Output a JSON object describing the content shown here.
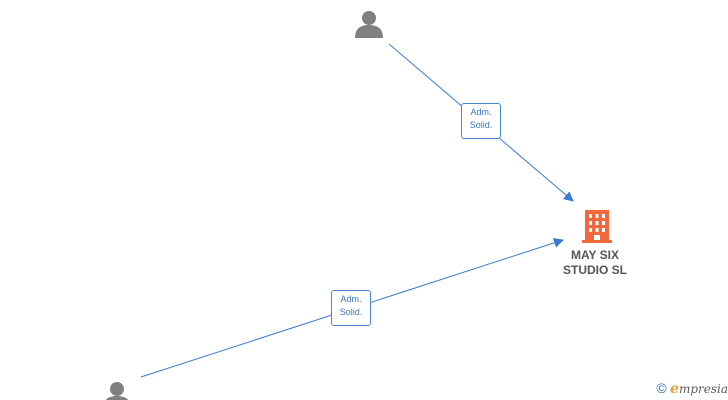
{
  "colors": {
    "edge": "#3a7bd5",
    "person_icon": "#808080",
    "company_icon": "#f26a3c",
    "company_label": "#555555"
  },
  "nodes": {
    "company": {
      "icon": "building-icon",
      "label": "MAY SIX\nSTUDIO SL"
    },
    "person_top": {
      "icon": "person-icon"
    },
    "person_bottom": {
      "icon": "person-icon"
    }
  },
  "edges": [
    {
      "from": "person_top",
      "to": "company",
      "label": "Adm.\nSolid."
    },
    {
      "from": "person_bottom",
      "to": "company",
      "label": "Adm.\nSolid."
    }
  ],
  "watermark": {
    "copyright_symbol": "©",
    "brand_initial": "e",
    "brand_rest": "mpresia"
  }
}
